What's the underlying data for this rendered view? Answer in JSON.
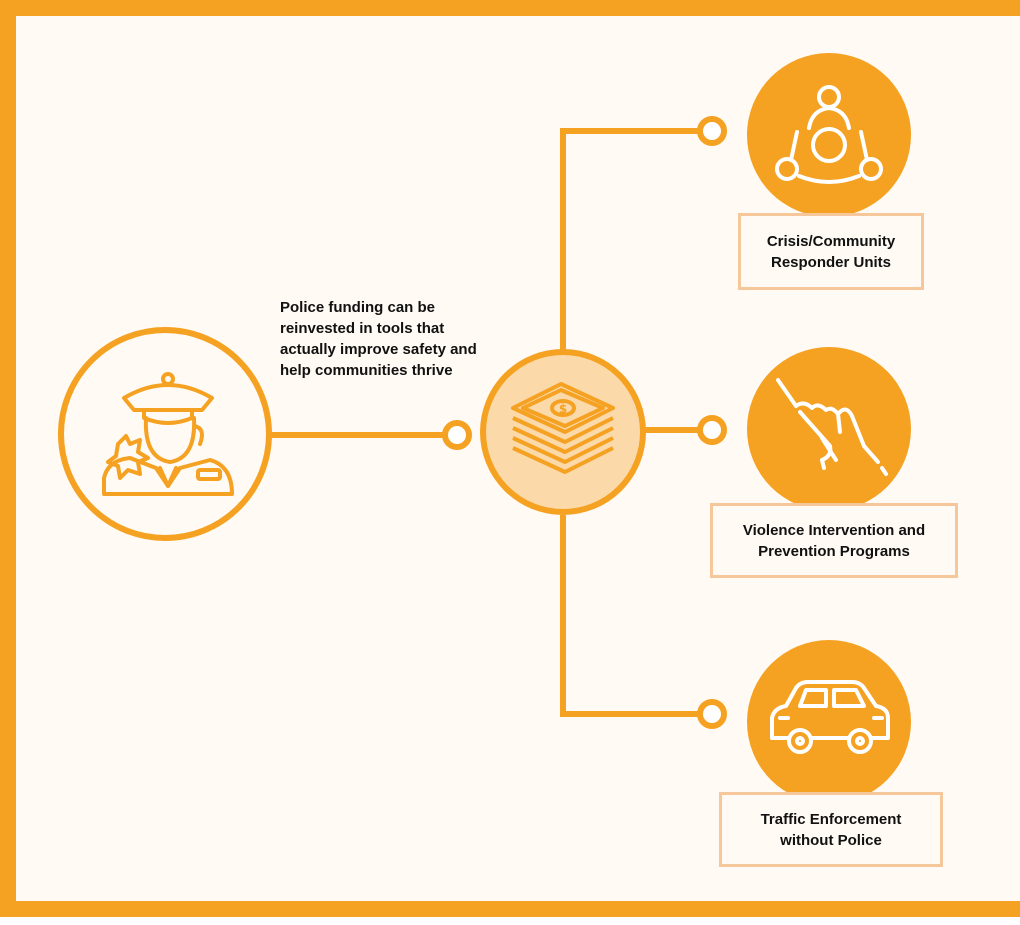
{
  "intro": {
    "text": "Police funding can be reinvested in tools that actually improve safety and help communities thrive"
  },
  "hub": {
    "icon": "money-stack-icon"
  },
  "source": {
    "icon": "police-officer-icon"
  },
  "programs": [
    {
      "label": "Crisis/Community\nResponder Units",
      "icon": "community-group-icon"
    },
    {
      "label": "Violence Intervention and\nPrevention Programs",
      "icon": "helping-hands-icon"
    },
    {
      "label": "Traffic Enforcement\nwithout Police",
      "icon": "car-icon"
    }
  ],
  "colors": {
    "accent": "#f5a122",
    "background": "#fffaf3",
    "hub_fill": "#fbd9a8",
    "caption_border": "#f5c79a",
    "text": "#111111"
  }
}
